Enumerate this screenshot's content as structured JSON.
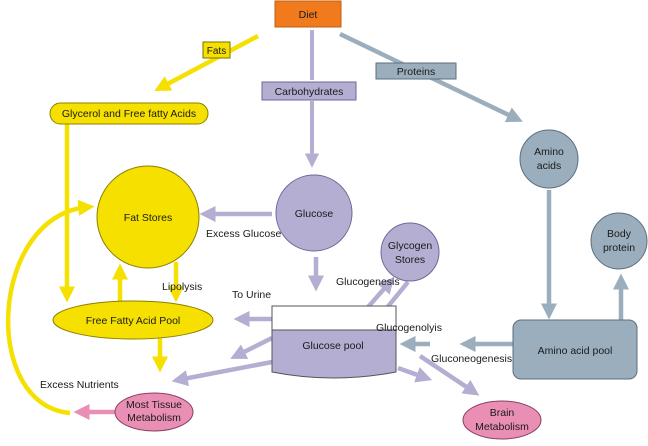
{
  "nodes": {
    "diet": "Diet",
    "fats": "Fats",
    "carbohydrates": "Carbohydrates",
    "proteins": "Proteins",
    "glycerol": "Glycerol and Free fatty Acids",
    "fat_stores": "Fat Stores",
    "glucose": "Glucose",
    "amino_acids_line1": "Amino",
    "amino_acids_line2": "acids",
    "body_protein_line1": "Body",
    "body_protein_line2": "protein",
    "glycogen_line1": "Glycogen",
    "glycogen_line2": "Stores",
    "ffa_pool": "Free Fatty Acid Pool",
    "glucose_pool": "Glucose pool",
    "amino_acid_pool": "Amino acid pool",
    "most_tissue_line1": "Most Tissue",
    "most_tissue_line2": "Metabolism",
    "brain_line1": "Brain",
    "brain_line2": "Metabolism"
  },
  "edge_labels": {
    "excess_glucose": "Excess Glucose",
    "lipolysis": "Lipolysis",
    "to_urine": "To Urine",
    "glucogenesis": "Glucogenesis",
    "glucogenolysis": "Glucogenolyis",
    "gluconeogenesis": "Gluconeogenesis",
    "excess_nutrients": "Excess Nutrients"
  },
  "colors": {
    "diet": "#f07a1c",
    "fat": "#f5e000",
    "carb": "#b3aed2",
    "protein": "#9aaebe",
    "pink": "#e98fb5"
  }
}
